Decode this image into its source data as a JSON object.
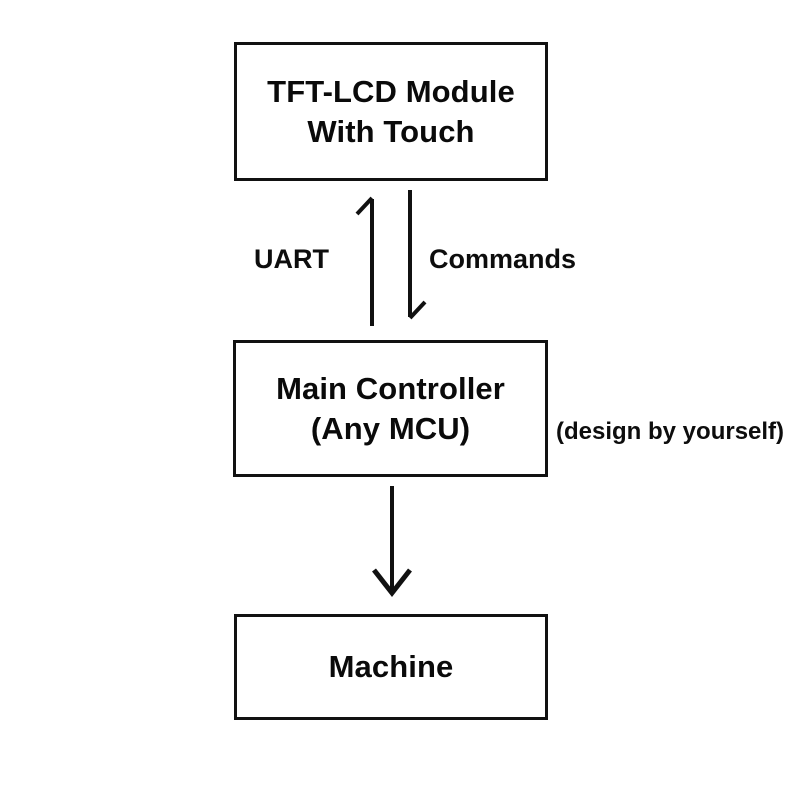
{
  "diagram": {
    "title": "TFT-LCD module to MCU to machine block diagram",
    "background_color": "#ffffff",
    "stroke_color": "#111111",
    "text_color": "#0d0d0d",
    "nodes": [
      {
        "id": "lcd",
        "lines": [
          "TFT-LCD Module",
          "With Touch"
        ],
        "shape": "rectangle"
      },
      {
        "id": "mcu",
        "lines": [
          "Main Controller",
          "(Any MCU)"
        ],
        "shape": "rectangle"
      },
      {
        "id": "machine",
        "lines": [
          "Machine"
        ],
        "shape": "rectangle"
      }
    ],
    "edges": [
      {
        "id": "uart",
        "label": "UART",
        "from": "mcu",
        "to": "lcd",
        "direction": "up",
        "arrowhead": "half-left"
      },
      {
        "id": "commands",
        "label": "Commands",
        "from": "lcd",
        "to": "mcu",
        "direction": "down",
        "arrowhead": "half-right"
      },
      {
        "id": "drive",
        "label": "",
        "from": "mcu",
        "to": "machine",
        "direction": "down",
        "arrowhead": "full"
      }
    ],
    "annotations": [
      {
        "id": "design-note",
        "text": "(design by yourself)",
        "attached_to": "mcu"
      }
    ]
  }
}
